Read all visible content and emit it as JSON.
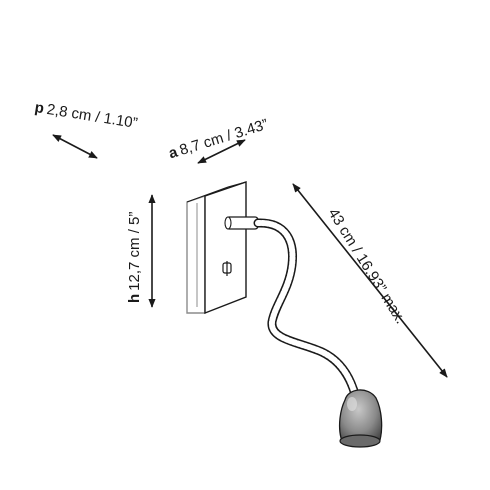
{
  "dimensions": {
    "depth": {
      "symbol": "p",
      "value": "2,8 cm / 1.10”"
    },
    "width": {
      "symbol": "a",
      "value": "8,7 cm / 3.43”"
    },
    "height": {
      "symbol": "h",
      "value": "12,7 cm / 5”"
    },
    "arm_length": {
      "value": "43 cm / 16.93” max."
    }
  },
  "colors": {
    "line": "#1a1a1a",
    "plate_edge": "#8c8c8c",
    "shade": "#7a7a7a",
    "shade_highlight": "#bdbdbd"
  }
}
